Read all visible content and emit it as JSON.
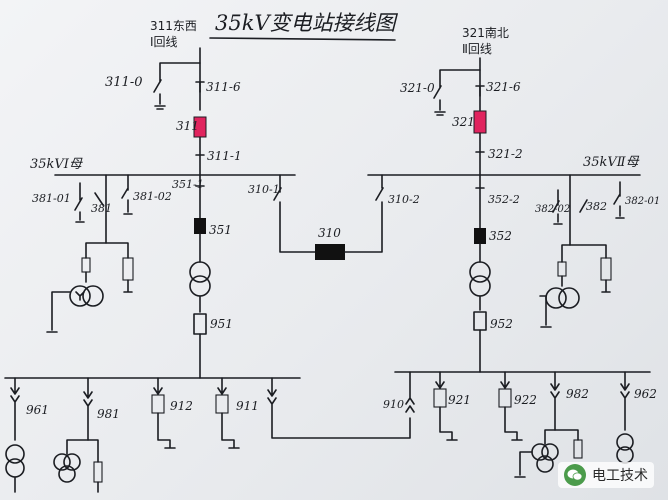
{
  "title": "35kV变电站接线图",
  "lines": {
    "left_name": "311东西",
    "left_circuit": "Ⅰ回线",
    "right_name": "321南北",
    "right_circuit": "Ⅱ回线"
  },
  "buses": {
    "bus1_label": "35kVⅠ母",
    "bus2_label": "35kVⅡ母"
  },
  "labels": {
    "l311_0": "311-0",
    "l311_6": "311-6",
    "l311": "311",
    "l311_1": "311-1",
    "l321_0": "321-0",
    "l321_6": "321-6",
    "l321": "321",
    "l321_2": "321-2",
    "l381_01": "381-01",
    "l381": "381",
    "l381_02": "381-02",
    "l351_1": "351-1",
    "l351": "351",
    "l310_1": "310-1",
    "l310_2": "310-2",
    "l310": "310",
    "l352_2": "352-2",
    "l352": "352",
    "l382_02": "382-02",
    "l382": "382",
    "l382_01": "382-01",
    "l951": "951",
    "l952": "952",
    "l961": "961",
    "l981": "981",
    "l912": "912",
    "l911": "911",
    "l910": "910",
    "l921": "921",
    "l922": "922",
    "l982": "982",
    "l962": "962"
  },
  "colors": {
    "breaker_line": "#e0245e",
    "breaker_bus": "#111111",
    "ink": "#1b1d22"
  },
  "watermark": {
    "icon": "wechat-icon",
    "text": "电工技术"
  }
}
